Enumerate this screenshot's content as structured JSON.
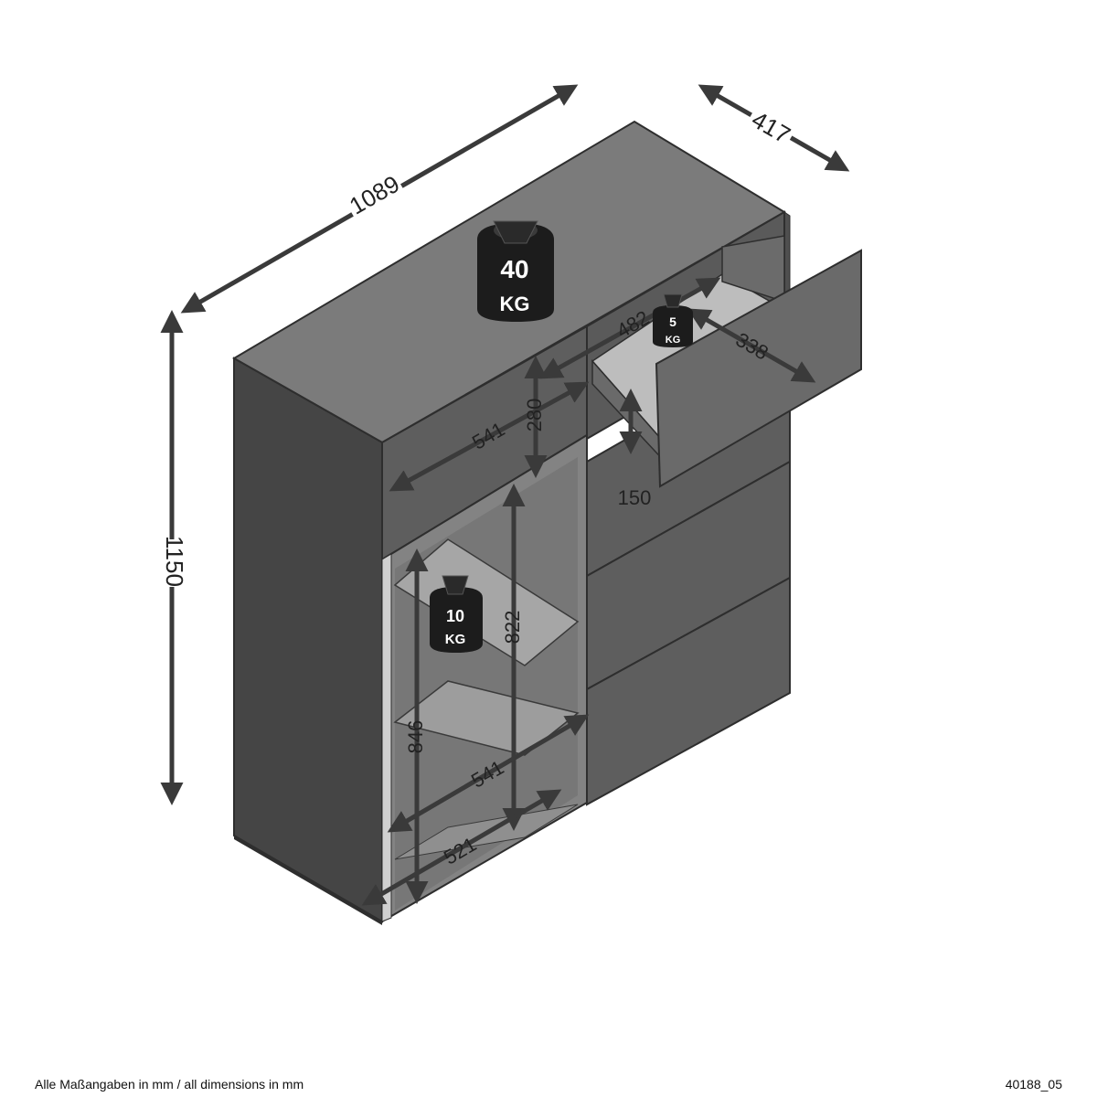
{
  "dimensions": {
    "width": "1089",
    "depth": "417",
    "height": "1150",
    "upper_drawer_width": "541",
    "upper_drawer_height": "280",
    "right_drawer_width": "482",
    "right_drawer_depth": "338",
    "right_drawer_height": "150",
    "door_height": "822",
    "inner_height": "846",
    "inner_width": "541",
    "bottom_width": "521"
  },
  "weights": {
    "top": {
      "value": "40",
      "unit": "KG"
    },
    "drawer": {
      "value": "5",
      "unit": "KG"
    },
    "shelf": {
      "value": "10",
      "unit": "KG"
    }
  },
  "footer": {
    "note": "Alle Maßangaben in mm / all dimensions in mm",
    "code": "40188_05"
  },
  "colors": {
    "cabinet_body": "#4a4a4a",
    "cabinet_top": "#787878",
    "front_panel": "#5c5c5c",
    "open_interior": "#8a8a8a",
    "arrow": "#3a3a3a",
    "weight_icon": "#1c1c1c"
  }
}
